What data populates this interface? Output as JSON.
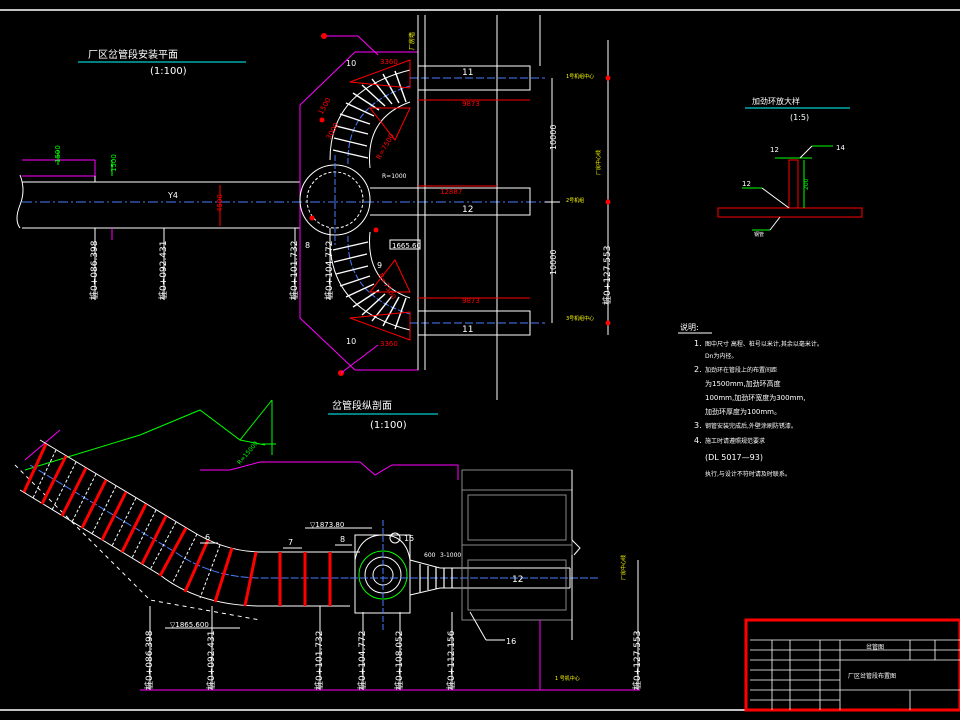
{
  "colors": {
    "background": "#000000",
    "white": "#ffffff",
    "red": "#ff0000",
    "cyan": "#00ffff",
    "green": "#00ff00",
    "yellow": "#ffff00",
    "magenta": "#ff00ff",
    "blue": "#4a7dff"
  },
  "plan": {
    "title": "厂区岔管段安装平面",
    "scale": "(1:100)",
    "stations": [
      "桩0+086.398",
      "桩0+092.431",
      "桩0+101.732",
      "桩0+104.772",
      "桩0+127.553"
    ],
    "dims": [
      "10000",
      "10000",
      "12887",
      "9873",
      "9873",
      "3360",
      "3360",
      "4500",
      "1665.60",
      "1800"
    ],
    "pipe_labels": [
      "11",
      "12",
      "11",
      "10",
      "10",
      "9",
      "8",
      "Y4"
    ]
  },
  "section": {
    "title": "岔管段纵剖面",
    "scale": "(1:100)",
    "stations": [
      "桩0+086.398",
      "桩0+092.431",
      "桩0+101.732",
      "桩0+104.772",
      "桩0+108.052",
      "桩0+112.156",
      "桩0+127.553"
    ],
    "elevations": [
      "▽1873.80",
      "▽1865.600"
    ],
    "pipe_labels": [
      "6",
      "7",
      "8",
      "15",
      "16",
      "12"
    ],
    "dims": [
      "600",
      "3-1000"
    ]
  },
  "detail": {
    "title": "加劲环放大样",
    "scale": "(1:5)",
    "labels": [
      "12",
      "14",
      "12",
      "200"
    ]
  },
  "notes": {
    "heading": "说明:",
    "items": [
      {
        "num": "1.",
        "text": "图中尺寸  高程、桩号以米计,其余以毫米计。",
        "text2": "Dn为内径。"
      },
      {
        "num": "2.",
        "text": "加劲环在管段上的布置间距",
        "text2": "为1500mm,加劲环高度",
        "text3": "100mm,加劲环宽度为300mm,",
        "text4": "加劲环厚度为100mm。"
      },
      {
        "num": "3.",
        "text": "钢管安装完成后,外壁涂刷防锈漆。"
      },
      {
        "num": "4.",
        "text": "施工时请遵照规范要求",
        "text2": "(DL 5017—93)",
        "text3": "执行,与设计不符时请及时联系。"
      }
    ]
  },
  "title_block": {
    "project": "岔管图",
    "drawing_name": "厂区岔管段布置图"
  }
}
